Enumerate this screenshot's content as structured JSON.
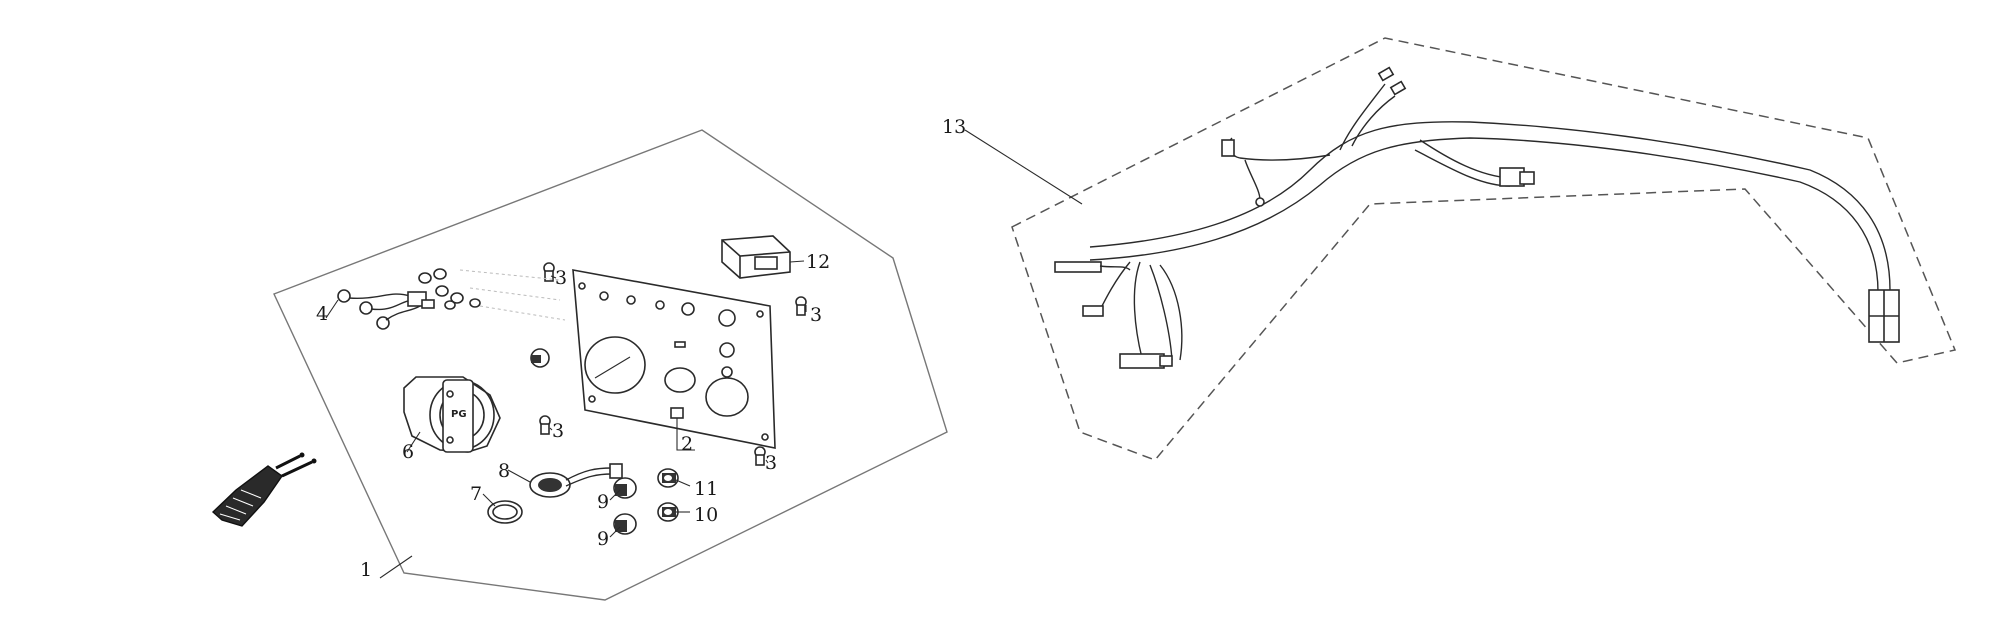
{
  "callouts": {
    "c1": "1",
    "c2": "2",
    "c3a": "3",
    "c3b": "3",
    "c3c": "3",
    "c3d": "3",
    "c4": "4",
    "c6": "6",
    "c7": "7",
    "c8": "8",
    "c9a": "9",
    "c9b": "9",
    "c10": "10",
    "c11": "11",
    "c12": "12",
    "c13": "13"
  },
  "panel_marking": "PG"
}
